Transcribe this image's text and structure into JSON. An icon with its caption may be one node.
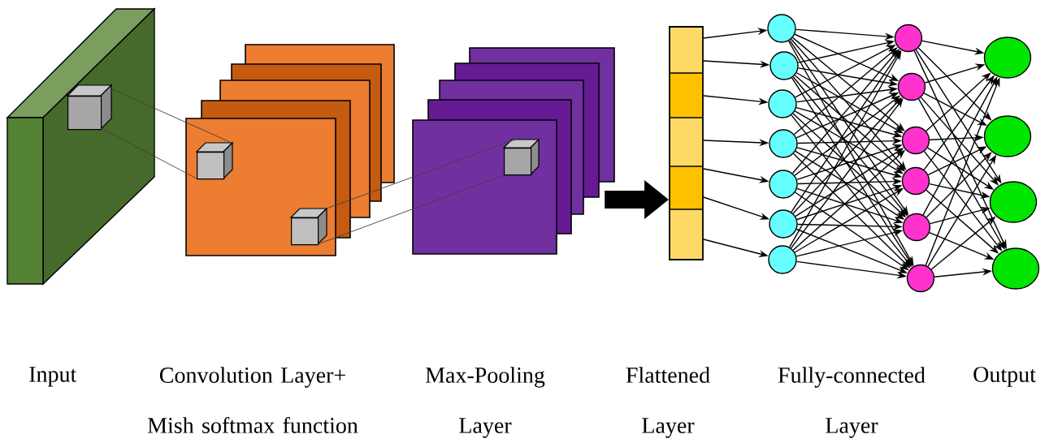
{
  "diagram": {
    "nodes": [
      {
        "text": [],
        "shape": "box"
      },
      {
        "text": [],
        "shape": "cube",
        "in": 0
      },
      {
        "text": [],
        "shape": "box"
      },
      {
        "text": [],
        "shape": "cube",
        "in": 2
      },
      {
        "text": [],
        "shape": "cube",
        "in": 2
      },
      {
        "text": [],
        "shape": "box"
      },
      {
        "text": [],
        "shape": "cube",
        "in": 5
      },
      {
        "text": [],
        "shape": "bar"
      },
      {
        "text": [],
        "shape": "circle"
      },
      {
        "text": [],
        "shape": "circle"
      },
      {
        "text": [],
        "shape": "circle"
      },
      {
        "text": [],
        "shape": "circle"
      },
      {
        "text": [],
        "shape": "circle"
      },
      {
        "text": [],
        "shape": "circle"
      },
      {
        "text": [],
        "shape": "circle"
      },
      {
        "text": [],
        "shape": "circle"
      },
      {
        "text": [],
        "shape": "circle"
      },
      {
        "text": [],
        "shape": "circle"
      },
      {
        "text": [],
        "shape": "circle"
      },
      {
        "text": [],
        "shape": "circle"
      },
      {
        "text": [],
        "shape": "circle"
      },
      {
        "text": [],
        "shape": "circle"
      },
      {
        "text": [],
        "shape": "circle"
      },
      {
        "text": [],
        "shape": "circle"
      },
      {
        "text": [],
        "shape": "circle"
      }
    ],
    "edges": [
      {
        "from": 1,
        "to": 3,
        "arrow": "none",
        "color": "#404040"
      },
      {
        "from": 1,
        "to": 3,
        "arrow": "none",
        "color": "#404040"
      },
      {
        "from": 4,
        "to": 6,
        "arrow": "none",
        "color": "#404040"
      },
      {
        "from": 4,
        "to": 6,
        "arrow": "none",
        "color": "#404040"
      },
      {
        "from": 5,
        "to": 7,
        "arrow": "to",
        "style": "thick"
      },
      {
        "from": 7,
        "to": 8,
        "arrow": "to"
      },
      {
        "from": 7,
        "to": 9,
        "arrow": "to"
      },
      {
        "from": 7,
        "to": 10,
        "arrow": "to"
      },
      {
        "from": 7,
        "to": 11,
        "arrow": "to"
      },
      {
        "from": 7,
        "to": 12,
        "arrow": "to"
      },
      {
        "from": 7,
        "to": 13,
        "arrow": "to"
      },
      {
        "from": 7,
        "to": 14,
        "arrow": "to"
      },
      {
        "from": 8,
        "to": 15,
        "arrow": "to"
      },
      {
        "from": 8,
        "to": 16,
        "arrow": "to"
      },
      {
        "from": 8,
        "to": 17,
        "arrow": "to"
      },
      {
        "from": 8,
        "to": 18,
        "arrow": "to"
      },
      {
        "from": 8,
        "to": 19,
        "arrow": "to"
      },
      {
        "from": 8,
        "to": 20,
        "arrow": "to"
      },
      {
        "from": 9,
        "to": 15,
        "arrow": "to"
      },
      {
        "from": 9,
        "to": 16,
        "arrow": "to"
      },
      {
        "from": 9,
        "to": 17,
        "arrow": "to"
      },
      {
        "from": 9,
        "to": 18,
        "arrow": "to"
      },
      {
        "from": 9,
        "to": 19,
        "arrow": "to"
      },
      {
        "from": 9,
        "to": 20,
        "arrow": "to"
      },
      {
        "from": 10,
        "to": 15,
        "arrow": "to"
      },
      {
        "from": 10,
        "to": 16,
        "arrow": "to"
      },
      {
        "from": 10,
        "to": 17,
        "arrow": "to"
      },
      {
        "from": 10,
        "to": 18,
        "arrow": "to"
      },
      {
        "from": 10,
        "to": 19,
        "arrow": "to"
      },
      {
        "from": 10,
        "to": 20,
        "arrow": "to"
      },
      {
        "from": 11,
        "to": 15,
        "arrow": "to"
      },
      {
        "from": 11,
        "to": 16,
        "arrow": "to"
      },
      {
        "from": 11,
        "to": 17,
        "arrow": "to"
      },
      {
        "from": 11,
        "to": 18,
        "arrow": "to"
      },
      {
        "from": 11,
        "to": 19,
        "arrow": "to"
      },
      {
        "from": 11,
        "to": 20,
        "arrow": "to"
      },
      {
        "from": 12,
        "to": 15,
        "arrow": "to"
      },
      {
        "from": 12,
        "to": 16,
        "arrow": "to"
      },
      {
        "from": 12,
        "to": 17,
        "arrow": "to"
      },
      {
        "from": 12,
        "to": 18,
        "arrow": "to"
      },
      {
        "from": 12,
        "to": 19,
        "arrow": "to"
      },
      {
        "from": 12,
        "to": 20,
        "arrow": "to"
      },
      {
        "from": 13,
        "to": 15,
        "arrow": "to"
      },
      {
        "from": 13,
        "to": 16,
        "arrow": "to"
      },
      {
        "from": 13,
        "to": 17,
        "arrow": "to"
      },
      {
        "from": 13,
        "to": 18,
        "arrow": "to"
      },
      {
        "from": 13,
        "to": 19,
        "arrow": "to"
      },
      {
        "from": 13,
        "to": 20,
        "arrow": "to"
      },
      {
        "from": 14,
        "to": 15,
        "arrow": "to"
      },
      {
        "from": 14,
        "to": 16,
        "arrow": "to"
      },
      {
        "from": 14,
        "to": 17,
        "arrow": "to"
      },
      {
        "from": 14,
        "to": 18,
        "arrow": "to"
      },
      {
        "from": 14,
        "to": 19,
        "arrow": "to"
      },
      {
        "from": 14,
        "to": 20,
        "arrow": "to"
      },
      {
        "from": 15,
        "to": 21,
        "arrow": "to"
      },
      {
        "from": 15,
        "to": 22,
        "arrow": "to"
      },
      {
        "from": 15,
        "to": 23,
        "arrow": "to"
      },
      {
        "from": 15,
        "to": 24,
        "arrow": "to"
      },
      {
        "from": 16,
        "to": 21,
        "arrow": "to"
      },
      {
        "from": 16,
        "to": 22,
        "arrow": "to"
      },
      {
        "from": 16,
        "to": 23,
        "arrow": "to"
      },
      {
        "from": 16,
        "to": 24,
        "arrow": "to"
      },
      {
        "from": 17,
        "to": 21,
        "arrow": "to"
      },
      {
        "from": 17,
        "to": 22,
        "arrow": "to"
      },
      {
        "from": 17,
        "to": 23,
        "arrow": "to"
      },
      {
        "from": 17,
        "to": 24,
        "arrow": "to"
      },
      {
        "from": 18,
        "to": 21,
        "arrow": "to"
      },
      {
        "from": 18,
        "to": 22,
        "arrow": "to"
      },
      {
        "from": 18,
        "to": 23,
        "arrow": "to"
      },
      {
        "from": 18,
        "to": 24,
        "arrow": "to"
      },
      {
        "from": 19,
        "to": 21,
        "arrow": "to"
      },
      {
        "from": 19,
        "to": 22,
        "arrow": "to"
      },
      {
        "from": 19,
        "to": 23,
        "arrow": "to"
      },
      {
        "from": 19,
        "to": 24,
        "arrow": "to"
      },
      {
        "from": 20,
        "to": 21,
        "arrow": "to"
      },
      {
        "from": 20,
        "to": 22,
        "arrow": "to"
      },
      {
        "from": 20,
        "to": 23,
        "arrow": "to"
      },
      {
        "from": 20,
        "to": 24,
        "arrow": "to"
      }
    ],
    "labels": [
      "Input",
      "Convolution Layer+ Mish softmax function",
      "Max-Pooling Layer",
      "Flattened Layer",
      "Fully-connected Layer",
      "Output"
    ]
  }
}
